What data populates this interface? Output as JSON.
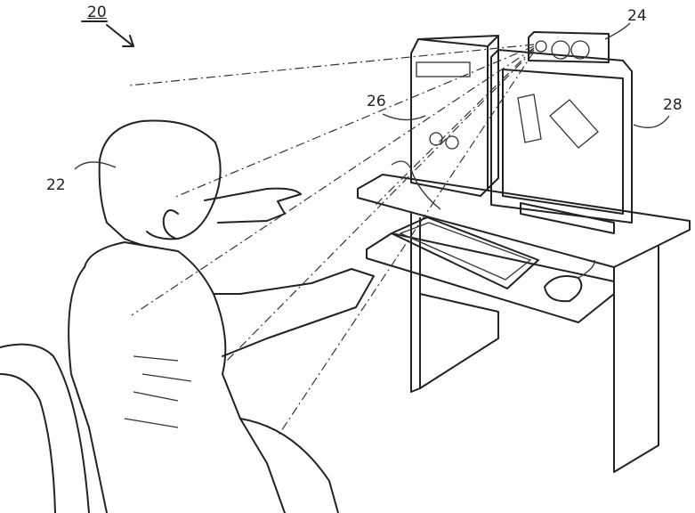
{
  "figure": {
    "labels": {
      "system": "20",
      "user": "22",
      "sensor": "24",
      "computer": "26",
      "display": "28"
    }
  }
}
